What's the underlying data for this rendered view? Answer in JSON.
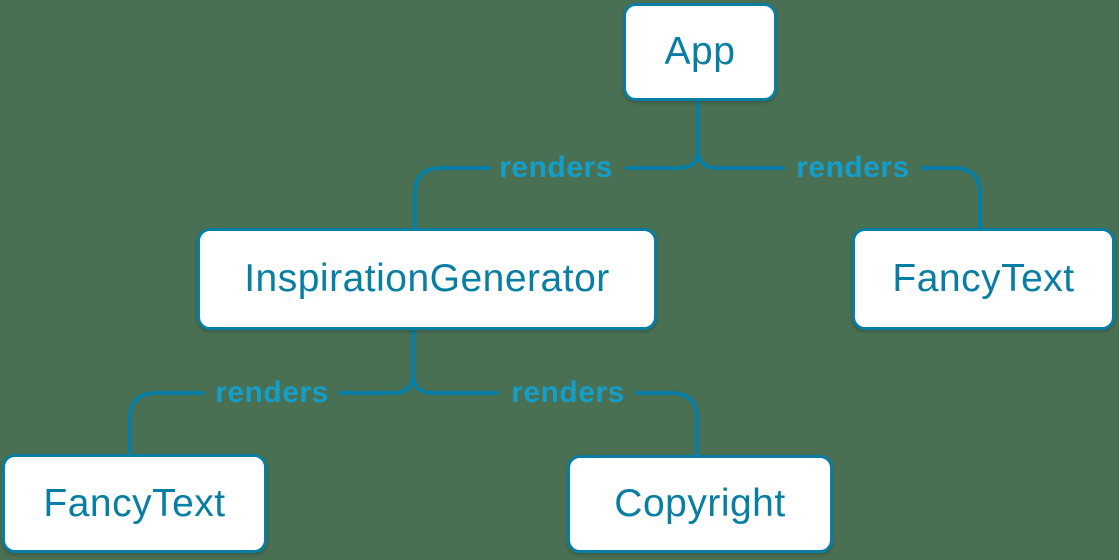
{
  "colors": {
    "background": "#4a7053",
    "line": "#087ea4",
    "node_border": "#087ea4",
    "node_background": "#ffffff",
    "node_text": "#087ea4",
    "edge_label_text": "#149eca"
  },
  "diagram": {
    "type": "component-render-tree",
    "nodes": [
      {
        "id": "app",
        "label": "App"
      },
      {
        "id": "inspiration-generator",
        "label": "InspirationGenerator"
      },
      {
        "id": "fancy-text-right",
        "label": "FancyText"
      },
      {
        "id": "fancy-text-left",
        "label": "FancyText"
      },
      {
        "id": "copyright",
        "label": "Copyright"
      }
    ],
    "edges": [
      {
        "from": "App",
        "to": "InspirationGenerator",
        "label": "renders"
      },
      {
        "from": "App",
        "to": "FancyText",
        "label": "renders"
      },
      {
        "from": "InspirationGenerator",
        "to": "FancyText",
        "label": "renders"
      },
      {
        "from": "InspirationGenerator",
        "to": "Copyright",
        "label": "renders"
      }
    ]
  }
}
